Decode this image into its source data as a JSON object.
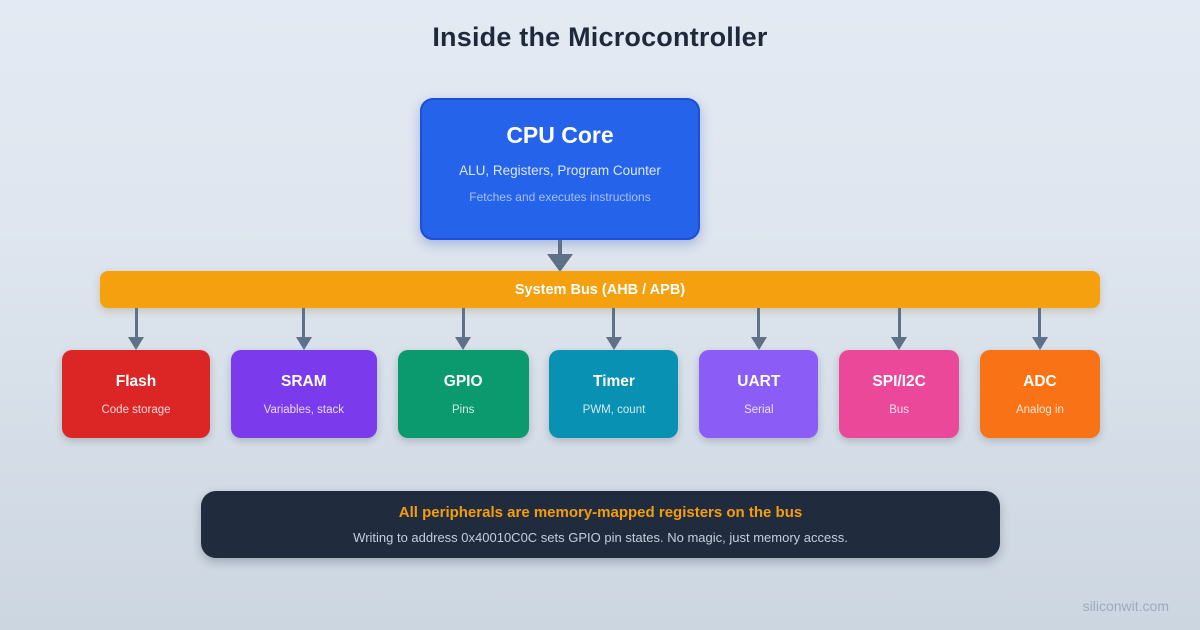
{
  "title": "Inside the Microcontroller",
  "cpu": {
    "title": "CPU Core",
    "subtitle": "ALU, Registers, Program Counter",
    "description": "Fetches and executes instructions",
    "fill_color": "#2563eb",
    "border_color": "#1d4ed8"
  },
  "bus": {
    "label": "System Bus (AHB / APB)",
    "color": "#f5a00e"
  },
  "peripherals": [
    {
      "name": "Flash",
      "detail": "Code storage",
      "color": "#dc2626"
    },
    {
      "name": "SRAM",
      "detail": "Variables, stack",
      "color": "#7c3aed"
    },
    {
      "name": "GPIO",
      "detail": "Pins",
      "color": "#0b9a6d"
    },
    {
      "name": "Timer",
      "detail": "PWM, count",
      "color": "#0891b2"
    },
    {
      "name": "UART",
      "detail": "Serial",
      "color": "#8b5cf6"
    },
    {
      "name": "SPI/I2C",
      "detail": "Bus",
      "color": "#ec4899"
    },
    {
      "name": "ADC",
      "detail": "Analog in",
      "color": "#f97316"
    }
  ],
  "note": {
    "heading": "All peripherals are memory-mapped registers on the bus",
    "body": "Writing to address 0x40010C0C sets GPIO pin states. No magic, just memory access."
  },
  "watermark": "siliconwit.com",
  "arrow_color": "#5f7186"
}
